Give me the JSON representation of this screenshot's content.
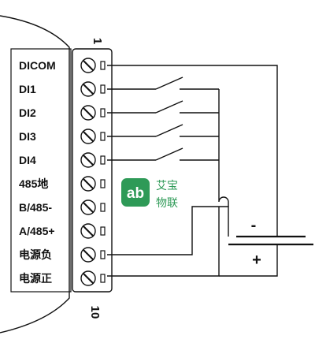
{
  "terminal_block": {
    "first_number": "1",
    "last_number": "10",
    "labels": [
      "DICOM",
      "DI1",
      "DI2",
      "DI3",
      "DI4",
      "485地",
      "B/485-",
      "A/485+",
      "电源负",
      "电源正"
    ]
  },
  "switches": [
    "DI1",
    "DI2",
    "DI3",
    "DI4"
  ],
  "battery": {
    "negative": "-",
    "positive": "+"
  },
  "watermark": {
    "logo": "ab",
    "line1": "艾宝",
    "line2": "物联"
  },
  "colors": {
    "wire": "#111111",
    "logo": "#2e9a57",
    "enclosure": "#111111"
  }
}
